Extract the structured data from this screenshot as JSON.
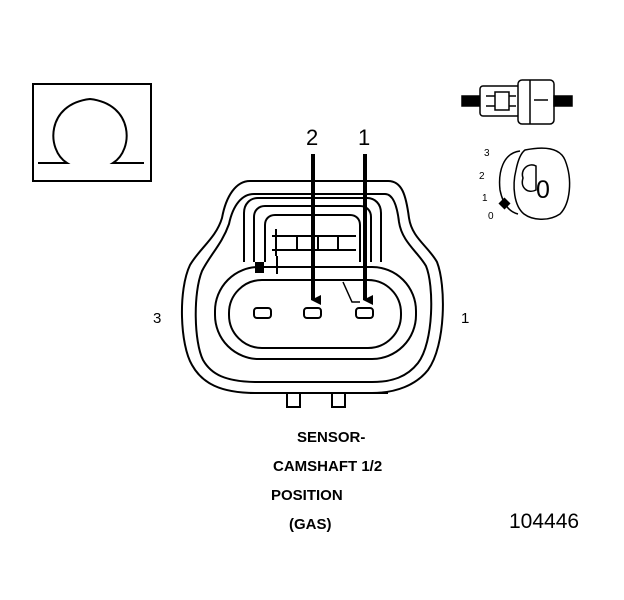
{
  "pins": {
    "pin1_label": "1",
    "pin2_label": "2",
    "pin3_label": "3",
    "right_side_label": "1"
  },
  "position_view": {
    "labels": [
      "3",
      "2",
      "1",
      "0"
    ],
    "big_label": "0"
  },
  "caption": {
    "line1": "SENSOR-",
    "line2": "CAMSHAFT 1/2",
    "line3": "POSITION",
    "line4": "(GAS)"
  },
  "figure_number": "104446",
  "symbols": {
    "omega_symbol": "omega-icon",
    "connector_pair": "connector-pair-icon",
    "position_knob": "position-knob-icon"
  }
}
